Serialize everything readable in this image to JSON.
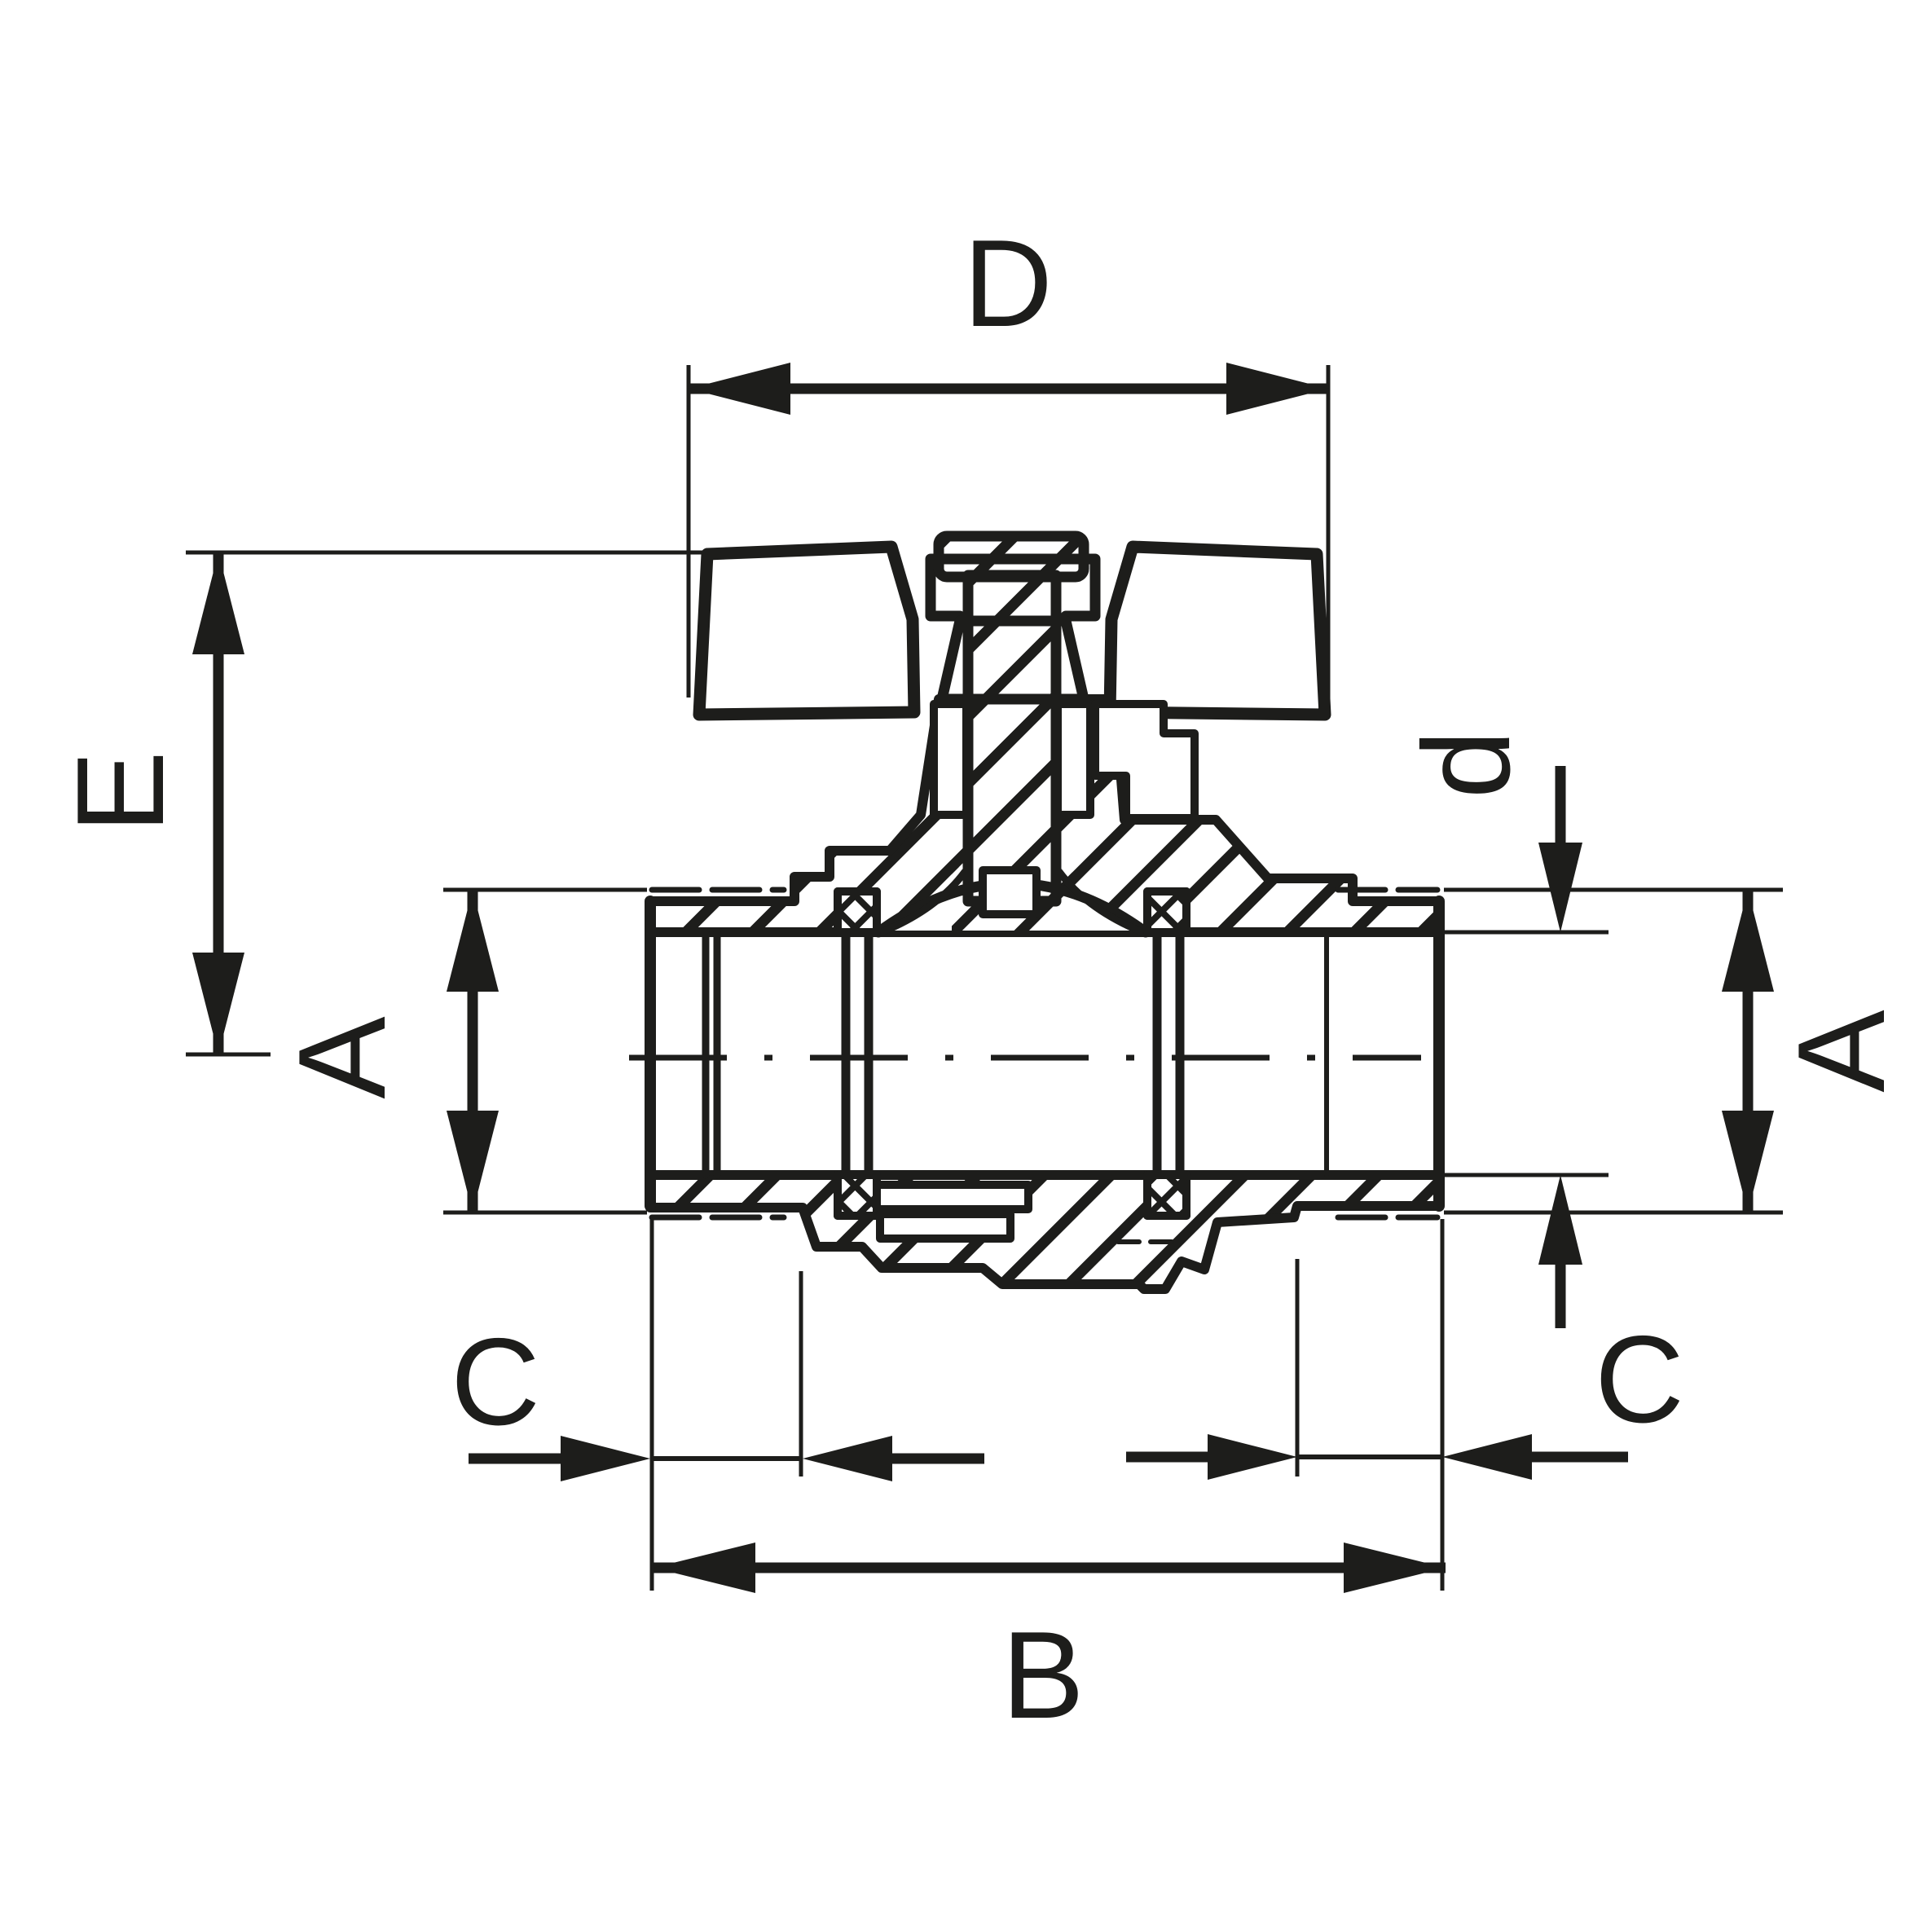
{
  "figure": {
    "type": "technical-dimension-drawing",
    "subject": "ball valve cross-section with butterfly handle"
  },
  "labels": {
    "D": "D",
    "E": "E",
    "A_left": "A",
    "A_right": "A",
    "d": "d",
    "C_left": "C",
    "C_right": "C",
    "B": "B"
  },
  "colors": {
    "ink": "#1d1d1b",
    "background": "#ffffff"
  }
}
